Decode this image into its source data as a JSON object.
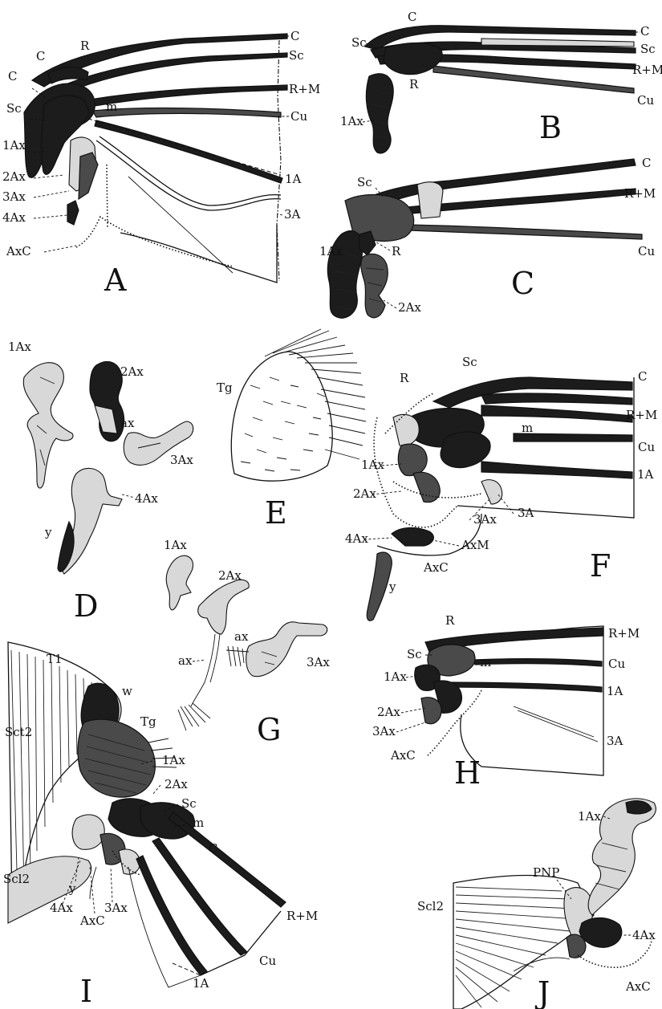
{
  "panels": {
    "A": {
      "letter": "A",
      "labels": [
        "C",
        "Sc",
        "R+M",
        "Cu",
        "1A",
        "3A",
        "R",
        "C",
        "C",
        "Sc",
        "m",
        "1Ax",
        "2Ax",
        "3Ax",
        "4Ax",
        "AxC"
      ]
    },
    "B": {
      "letter": "B",
      "labels": [
        "C",
        "Sc",
        "C",
        "Sc",
        "R+M",
        "Cu",
        "R",
        "1Ax"
      ]
    },
    "C": {
      "letter": "C",
      "labels": [
        "C",
        "R+M",
        "Cu",
        "Sc",
        "1Ax",
        "R",
        "2Ax"
      ]
    },
    "D": {
      "letter": "D",
      "labels": [
        "1Ax",
        "2Ax",
        "ax",
        "3Ax",
        "4Ax",
        "y"
      ]
    },
    "E": {
      "letter": "E",
      "labels": [
        "Tg"
      ]
    },
    "F": {
      "letter": "F",
      "labels": [
        "Sc",
        "C",
        "R",
        "R+M",
        "m",
        "Cu",
        "1A",
        "1Ax",
        "2Ax",
        "3Ax",
        "3A",
        "4Ax",
        "AxM",
        "AxC",
        "y"
      ]
    },
    "G": {
      "letter": "G",
      "labels": [
        "1Ax",
        "2Ax",
        "ax",
        "ax",
        "3Ax"
      ]
    },
    "H": {
      "letter": "H",
      "labels": [
        "R+M",
        "R",
        "Sc",
        "Cu",
        "1Ax",
        "m",
        "1A",
        "2Ax",
        "3Ax",
        "3A",
        "AxC"
      ]
    },
    "I": {
      "letter": "I",
      "labels": [
        "T1",
        "w",
        "Sct2",
        "Tg",
        "1Ax",
        "2Ax",
        "Sc",
        "m",
        "C",
        "Scl2",
        "y",
        "4Ax",
        "AxC",
        "3Ax",
        "R+M",
        "Cu",
        "1A"
      ]
    },
    "J": {
      "letter": "J",
      "labels": [
        "1Ax",
        "PNP",
        "Scl2",
        "4Ax",
        "AxC"
      ]
    }
  }
}
